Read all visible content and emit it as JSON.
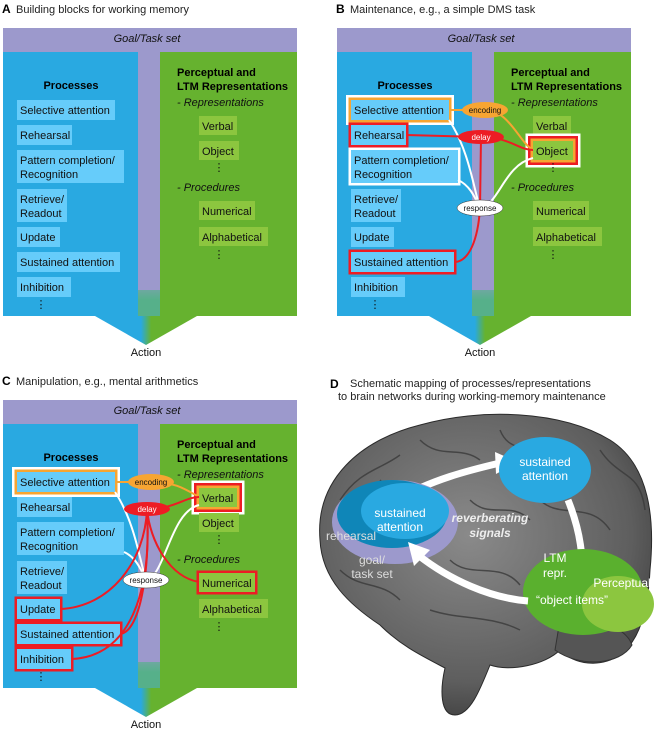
{
  "colors": {
    "goal": "#9c99cc",
    "processes": "#29a9e1",
    "process_box": "#66ccfa",
    "representations": "#66b22f",
    "rep_box": "#8cc63f",
    "encoding": "#f7a532",
    "delay": "#ed1c24",
    "response": "#ffffff"
  },
  "panels": [
    {
      "letter": "A",
      "title": "Building blocks for working memory",
      "goal": "Goal/Task set",
      "processes_title": "Processes",
      "reps_title": [
        "Perceptual and",
        "LTM Representations"
      ],
      "representations_label": "- Representations",
      "procedures_label": "- Procedures",
      "processes": [
        [
          "Selective attention"
        ],
        [
          "Rehearsal"
        ],
        [
          "Pattern completion/",
          "Recognition"
        ],
        [
          "Retrieve/",
          "Readout"
        ],
        [
          "Update"
        ],
        [
          "Sustained attention"
        ],
        [
          "Inhibition"
        ]
      ],
      "representations": [
        "Verbal",
        "Object"
      ],
      "procedures": [
        "Numerical",
        "Alphabetical"
      ],
      "ellipsis": "⋮",
      "action": "Action",
      "highlights": {}
    },
    {
      "letter": "B",
      "title": "Maintenance, e.g., a simple DMS task",
      "goal": "Goal/Task set",
      "processes_title": "Processes",
      "reps_title": [
        "Perceptual and",
        "LTM Representations"
      ],
      "representations_label": "- Representations",
      "procedures_label": "- Procedures",
      "processes": [
        [
          "Selective attention"
        ],
        [
          "Rehearsal"
        ],
        [
          "Pattern completion/",
          "Recognition"
        ],
        [
          "Retrieve/",
          "Readout"
        ],
        [
          "Update"
        ],
        [
          "Sustained attention"
        ],
        [
          "Inhibition"
        ]
      ],
      "representations": [
        "Verbal",
        "Object"
      ],
      "procedures": [
        "Numerical",
        "Alphabetical"
      ],
      "ellipsis": "⋮",
      "action": "Action",
      "nodes": {
        "encoding": "encoding",
        "delay": "delay",
        "response": "response"
      },
      "highlights": {
        "p0": [
          "white",
          "orange"
        ],
        "p1": [
          "red"
        ],
        "p2": [
          "white"
        ],
        "p5": [
          "red"
        ],
        "r1": [
          "white",
          "red",
          "orange"
        ]
      }
    },
    {
      "letter": "C",
      "title": "Manipulation, e.g., mental arithmetics",
      "goal": "Goal/Task set",
      "processes_title": "Processes",
      "reps_title": [
        "Perceptual and",
        "LTM Representations"
      ],
      "representations_label": "- Representations",
      "procedures_label": "- Procedures",
      "processes": [
        [
          "Selective attention"
        ],
        [
          "Rehearsal"
        ],
        [
          "Pattern completion/",
          "Recognition"
        ],
        [
          "Retrieve/",
          "Readout"
        ],
        [
          "Update"
        ],
        [
          "Sustained attention"
        ],
        [
          "Inhibition"
        ]
      ],
      "representations": [
        "Verbal",
        "Object"
      ],
      "procedures": [
        "Numerical",
        "Alphabetical"
      ],
      "ellipsis": "⋮",
      "action": "Action",
      "nodes": {
        "encoding": "encoding",
        "delay": "delay",
        "response": "response"
      },
      "highlights": {
        "p0": [
          "white",
          "orange"
        ],
        "p4": [
          "red"
        ],
        "p5": [
          "red"
        ],
        "p6": [
          "red"
        ],
        "r0": [
          "white",
          "red",
          "orange"
        ],
        "q0": [
          "red"
        ]
      }
    }
  ],
  "panel_d": {
    "letter": "D",
    "title": [
      "Schematic mapping of processes/representations",
      "to brain networks during working-memory maintenance"
    ],
    "frontal": {
      "inner": [
        "sustained",
        "attention"
      ],
      "middle": "rehearsal",
      "outer": [
        "goal/",
        "task set"
      ]
    },
    "parietal": [
      "sustained",
      "attention"
    ],
    "center_label": [
      "reverberating",
      "signals"
    ],
    "posterior": {
      "ltm": [
        "LTM",
        "repr."
      ],
      "perceptual": "Perceptual",
      "items": "“object items”"
    }
  }
}
